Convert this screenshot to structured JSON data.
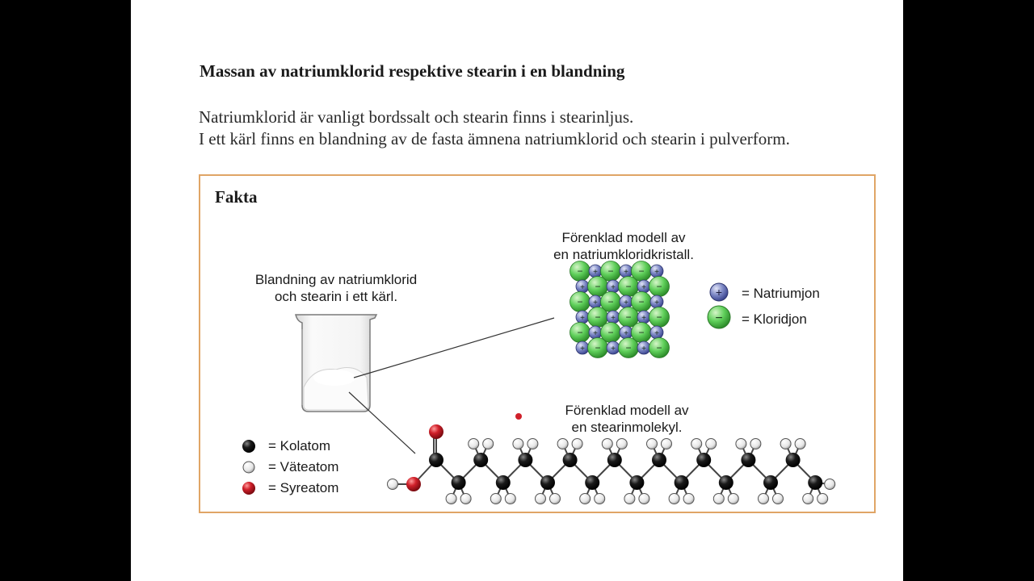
{
  "document": {
    "title": "Massan av natriumklorid respektive stearin i en blandning",
    "intro_line1": "Natriumklorid är vanligt bordssalt och stearin finns i stearinljus.",
    "intro_line2": "I ett kärl finns en blandning av de fasta ämnena natriumklorid och stearin i pulverform."
  },
  "fakta": {
    "heading": "Fakta",
    "beaker_caption_line1": "Blandning av natriumklorid",
    "beaker_caption_line2": "och stearin i ett kärl.",
    "crystal_caption_line1": "Förenklad modell av",
    "crystal_caption_line2": "en natriumkloridkristall.",
    "molecule_caption_line1": "Förenklad modell av",
    "molecule_caption_line2": "en stearinmolekyl.",
    "ion_legend": [
      {
        "symbol": "+",
        "label": "= Natriumjon",
        "color": "#7b86c4"
      },
      {
        "symbol": "−",
        "label": "= Kloridjon",
        "color": "#5fcf5a"
      }
    ],
    "atom_legend": [
      {
        "label": "= Kolatom",
        "color": "#111111"
      },
      {
        "label": "= Väteatom",
        "color": "#f2f2f2"
      },
      {
        "label": "= Syreatom",
        "color": "#d0202a"
      }
    ]
  },
  "colors": {
    "frame": "#e0a566",
    "sodium": "#7b86c4",
    "chloride": "#5fcf5a",
    "carbon": "#111111",
    "hydrogen": "#f2f2f2",
    "oxygen": "#d0202a"
  }
}
